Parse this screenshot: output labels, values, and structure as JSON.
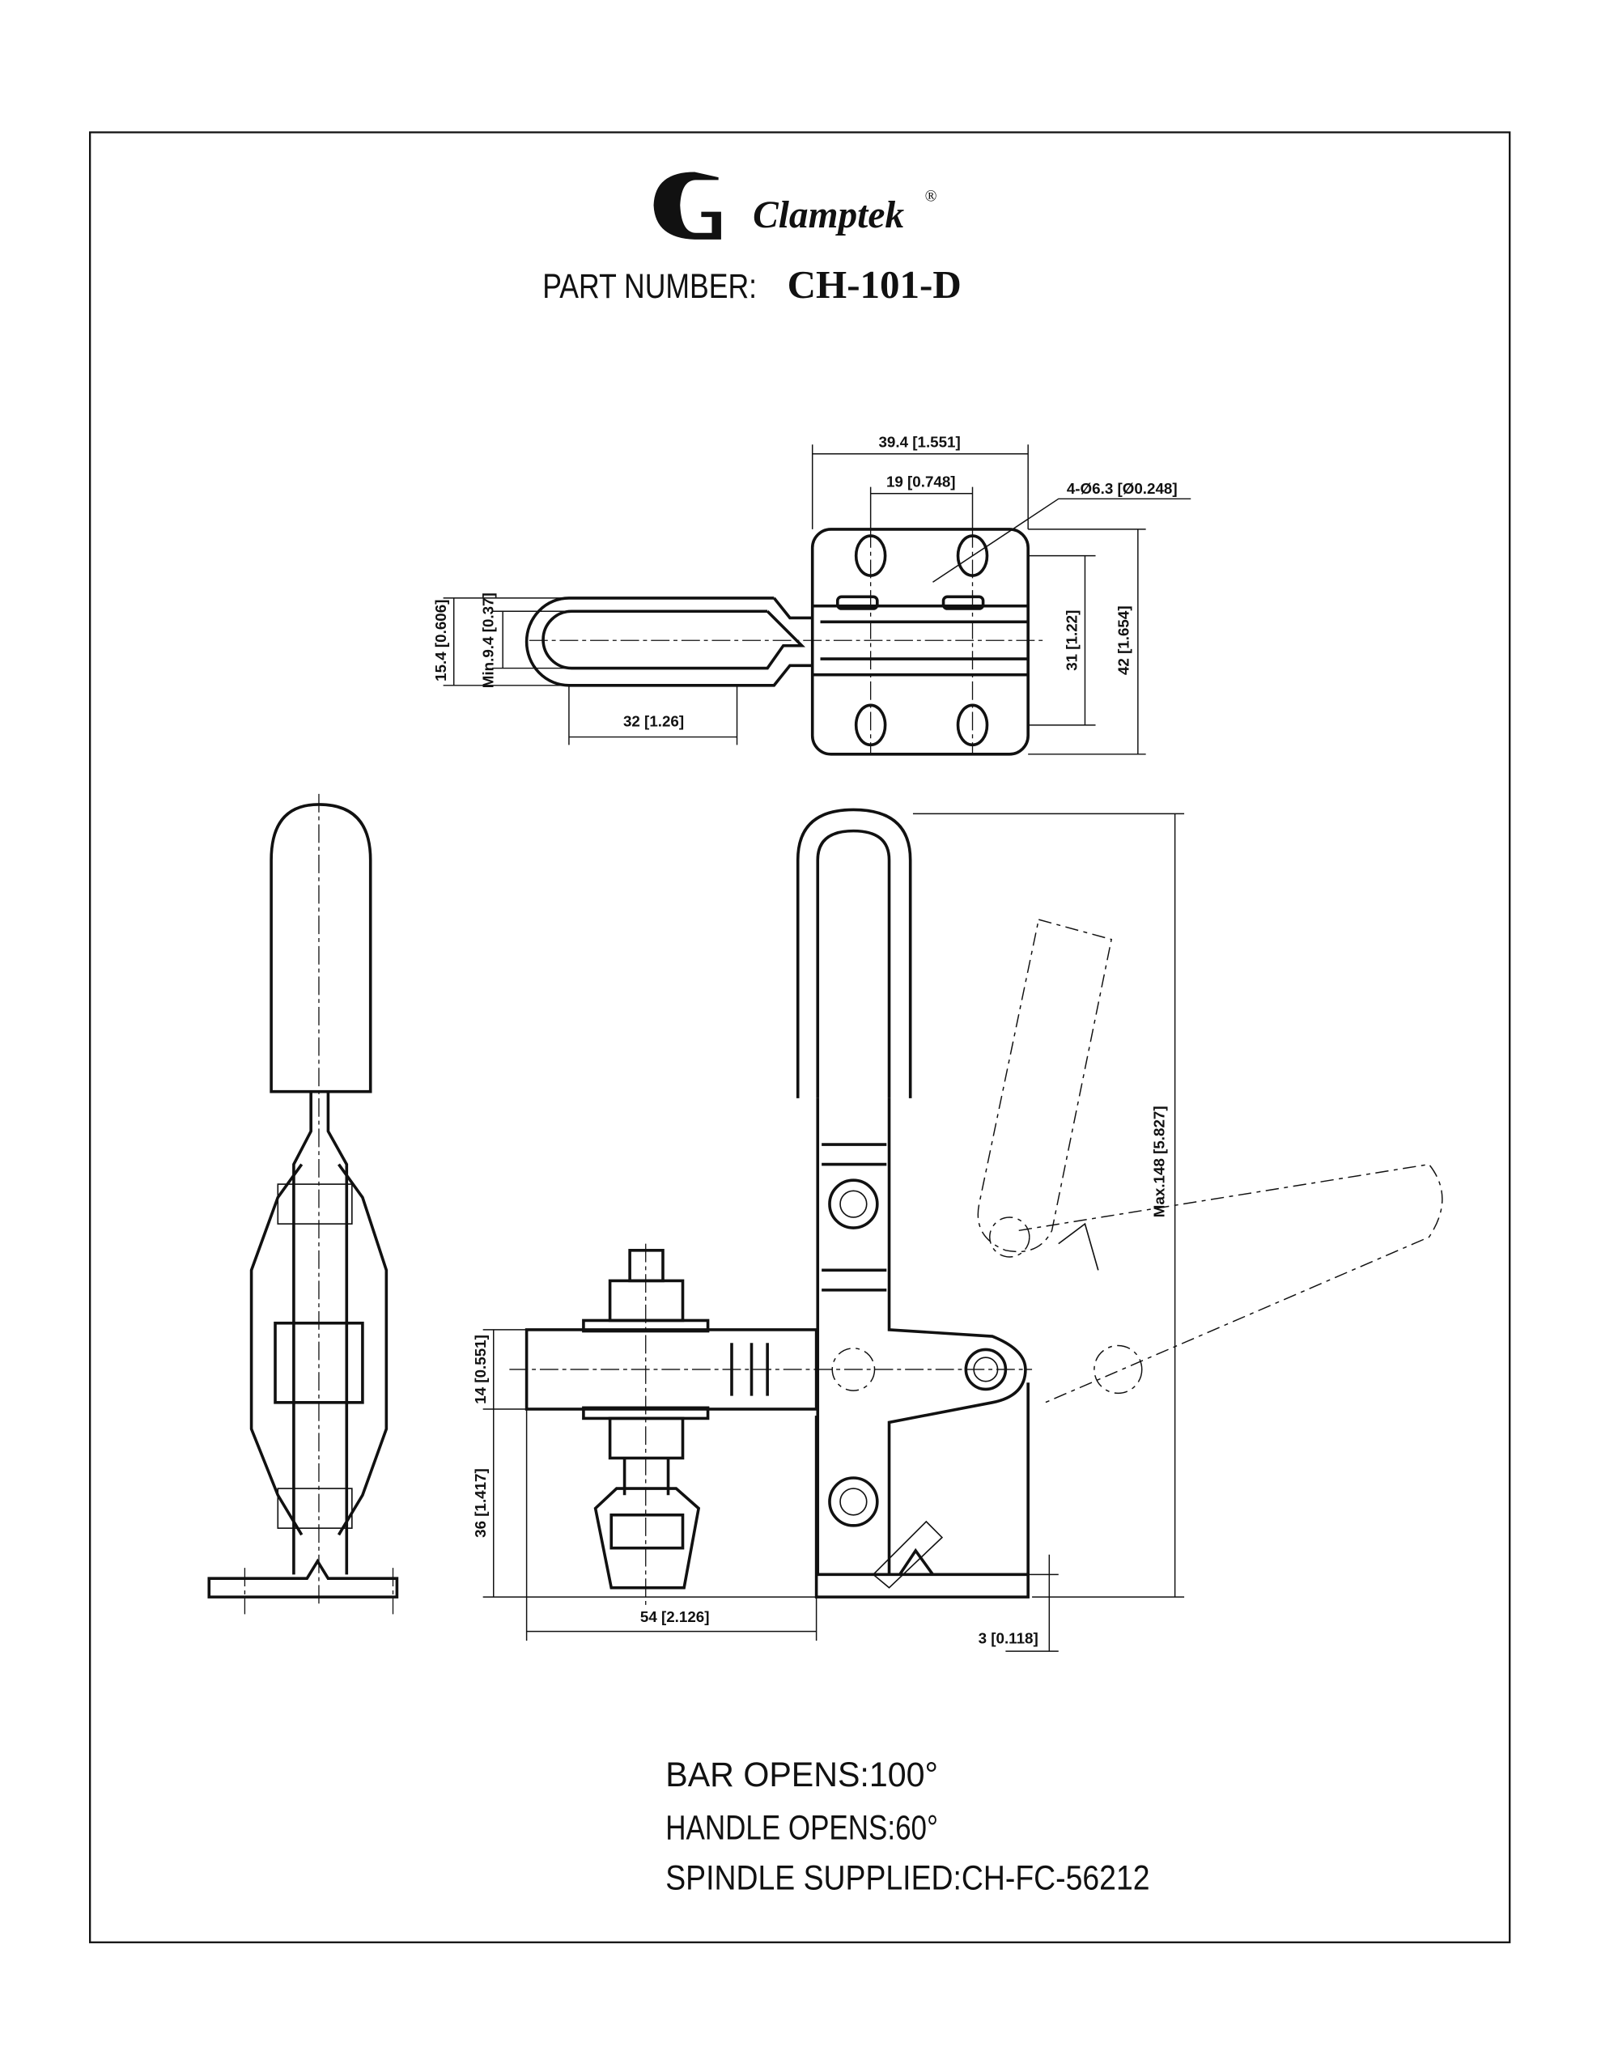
{
  "logo": {
    "brand": "Clamptek",
    "registered_mark": "®"
  },
  "header": {
    "part_number_label": "PART NUMBER:",
    "part_number": "CH-101-D"
  },
  "dimensions": {
    "width_overall": "39.4 [1.551]",
    "hole_spacing_x": "19 [0.748]",
    "holes": "4-Ø6.3 [Ø0.248]",
    "hole_spacing_y": "31 [1.22]",
    "base_length": "42 [1.654]",
    "handle_width": "15.4 [0.606]",
    "handle_inner": "Min.9.4 [0.37]",
    "handle_length": "32 [1.26]",
    "max_height": "Max.148 [5.827]",
    "bar_height": "14 [0.551]",
    "bar_elevation": "36 [1.417]",
    "bar_reach": "54 [2.126]",
    "base_thickness": "3 [0.118]"
  },
  "notes": [
    "BAR OPENS:100°",
    "HANDLE OPENS:60°",
    "SPINDLE SUPPLIED:CH-FC-56212"
  ]
}
